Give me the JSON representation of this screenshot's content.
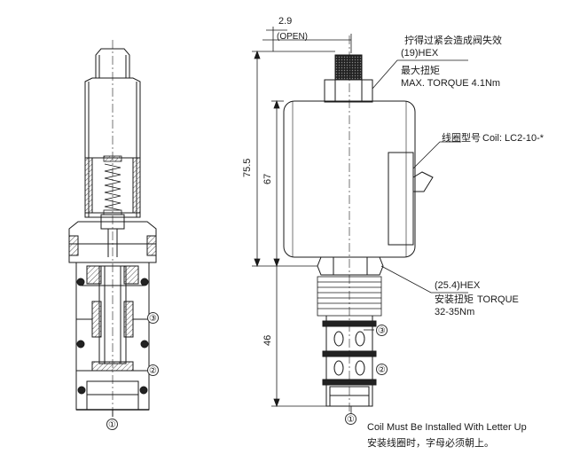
{
  "dimensions": {
    "open_stroke": "2.9",
    "open_label": "(OPEN)",
    "overall_length": "75.5",
    "coil_length": "67",
    "cartridge_length": "46"
  },
  "callouts": {
    "knob_hex": {
      "cn": "拧得过紧会造成阀失效",
      "hex": "(19)HEX",
      "torque_cn": "最大扭矩",
      "torque": "MAX. TORQUE 4.1Nm"
    },
    "coil": {
      "cn": "线圈型号",
      "model": "Coil: LC2-10-*"
    },
    "body_hex": {
      "hex": "(25.4)HEX",
      "torque_cn": "安装扭矩",
      "torque": "TORQUE",
      "torque_value": "32-35Nm"
    }
  },
  "ports": [
    "③",
    "②",
    "①"
  ],
  "note": {
    "en": "Coil Must Be Installed With Letter Up",
    "cn": "安装线圈时，字母必须朝上。"
  },
  "colors": {
    "line": "#1a1a1a",
    "hatch": "#555555",
    "background": "#ffffff"
  }
}
